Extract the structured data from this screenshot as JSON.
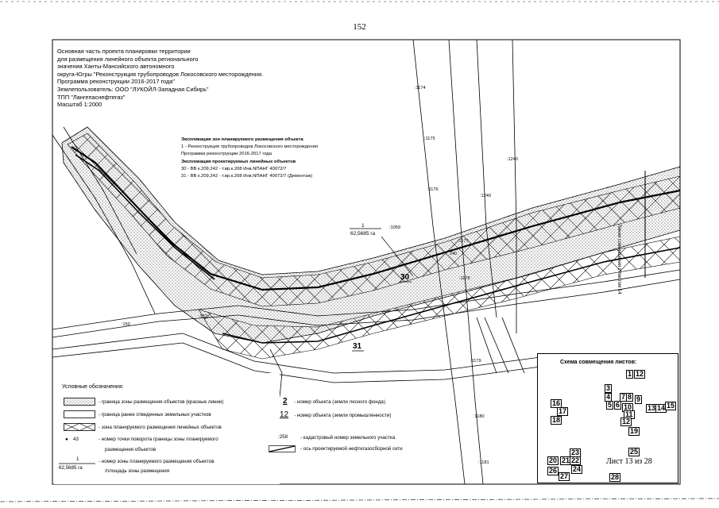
{
  "page_number": "152",
  "header": {
    "lines": [
      "Основная часть проекта планировки территории",
      "для размещения линейного объекта регионального",
      "значения Ханты-Мансийского автономного",
      "округа-Югры \"Реконструкция трубопроводов Локосовского месторождения.",
      "Программа реконструкции 2016-2017 года\"",
      "Землепользователь: ООО \"ЛУКОЙЛ-Западная Сибирь\"",
      "ТПП \"Лангепаснефтегаз\"",
      "Масштаб 1:2000"
    ]
  },
  "explication": {
    "zones_title": "Экспликация зон планируемого размещения объекта",
    "zone_1": "1 - Реконструкция трубопроводов Локосовского месторождения",
    "zone_1_cont": "Программа реконструкции 2016-2017 года",
    "objects_title": "Экспликация проектируемых линейных объектов",
    "object_30": "30 - ВВ к.209,242 - т.вр.к.208 Инв.NПАНГ 40072/7",
    "object_31": "31 - ВВ к.209,242 - т.вр.к.208 Инв.NПАНГ 40072/7 (Демонтаж)"
  },
  "map_labels": {
    "cad_1174": ":1174",
    "cad_1175": ":1175",
    "cad_1240_a": ":1240",
    "cad_1176": ":1176",
    "cad_1240_b": ":1240",
    "cad_1059": ":1059",
    "cad_1177": ":1177",
    "cad_1240_c": "240",
    "cad_1178": ":1178",
    "cad_1179": ":1179",
    "cad_1180": ":1180",
    "cad_1181": ":1181",
    "cad_150": ":150",
    "cad_152": ":152",
    "zone_fraction_num": "1",
    "zone_fraction_den": "62,5685 га",
    "object_30": "30",
    "object_31": "31",
    "match_line": "Линия совмещения с листом 14"
  },
  "legend": {
    "title": "Условные обозначения:",
    "item_zone_red": "- граница зоны размещения объектов (красные линии)",
    "item_prev": "- граница ранее отведенных земельных участков",
    "item_linear": "- зона планируемого размещения линейных объектов",
    "item_point_num": "43",
    "item_point": "- номер точки поворота границы зоны планируемого",
    "item_point_cont": "размещения объектов",
    "item_fraction_num": "1",
    "item_fraction_den": "62,5685 га",
    "item_fraction": "- номер зоны планируемого размещения объектов",
    "item_fraction_cont": "/площадь зоны размещения",
    "item_forest_num": "2",
    "item_forest": "- номер объекта (земли лесного фонда)",
    "item_industry_num": "12",
    "item_industry": "- номер объекта (земли промышленности)",
    "item_cad_num": ":258",
    "item_cad": "- кадастровый номер земельного участка",
    "item_axis": "- ось проектируемой нефтегазосборной сети"
  },
  "sheet_scheme": {
    "title": "Схема совмещения листов:",
    "current": "Лист 13 из 28",
    "sheets": [
      "1",
      "12",
      "3",
      "4",
      "5",
      "6",
      "7",
      "8",
      "9",
      "10",
      "11",
      "12",
      "13",
      "14",
      "15",
      "16",
      "17",
      "18",
      "19",
      "20",
      "21",
      "22",
      "23",
      "24",
      "25",
      "26",
      "27",
      "28"
    ]
  }
}
